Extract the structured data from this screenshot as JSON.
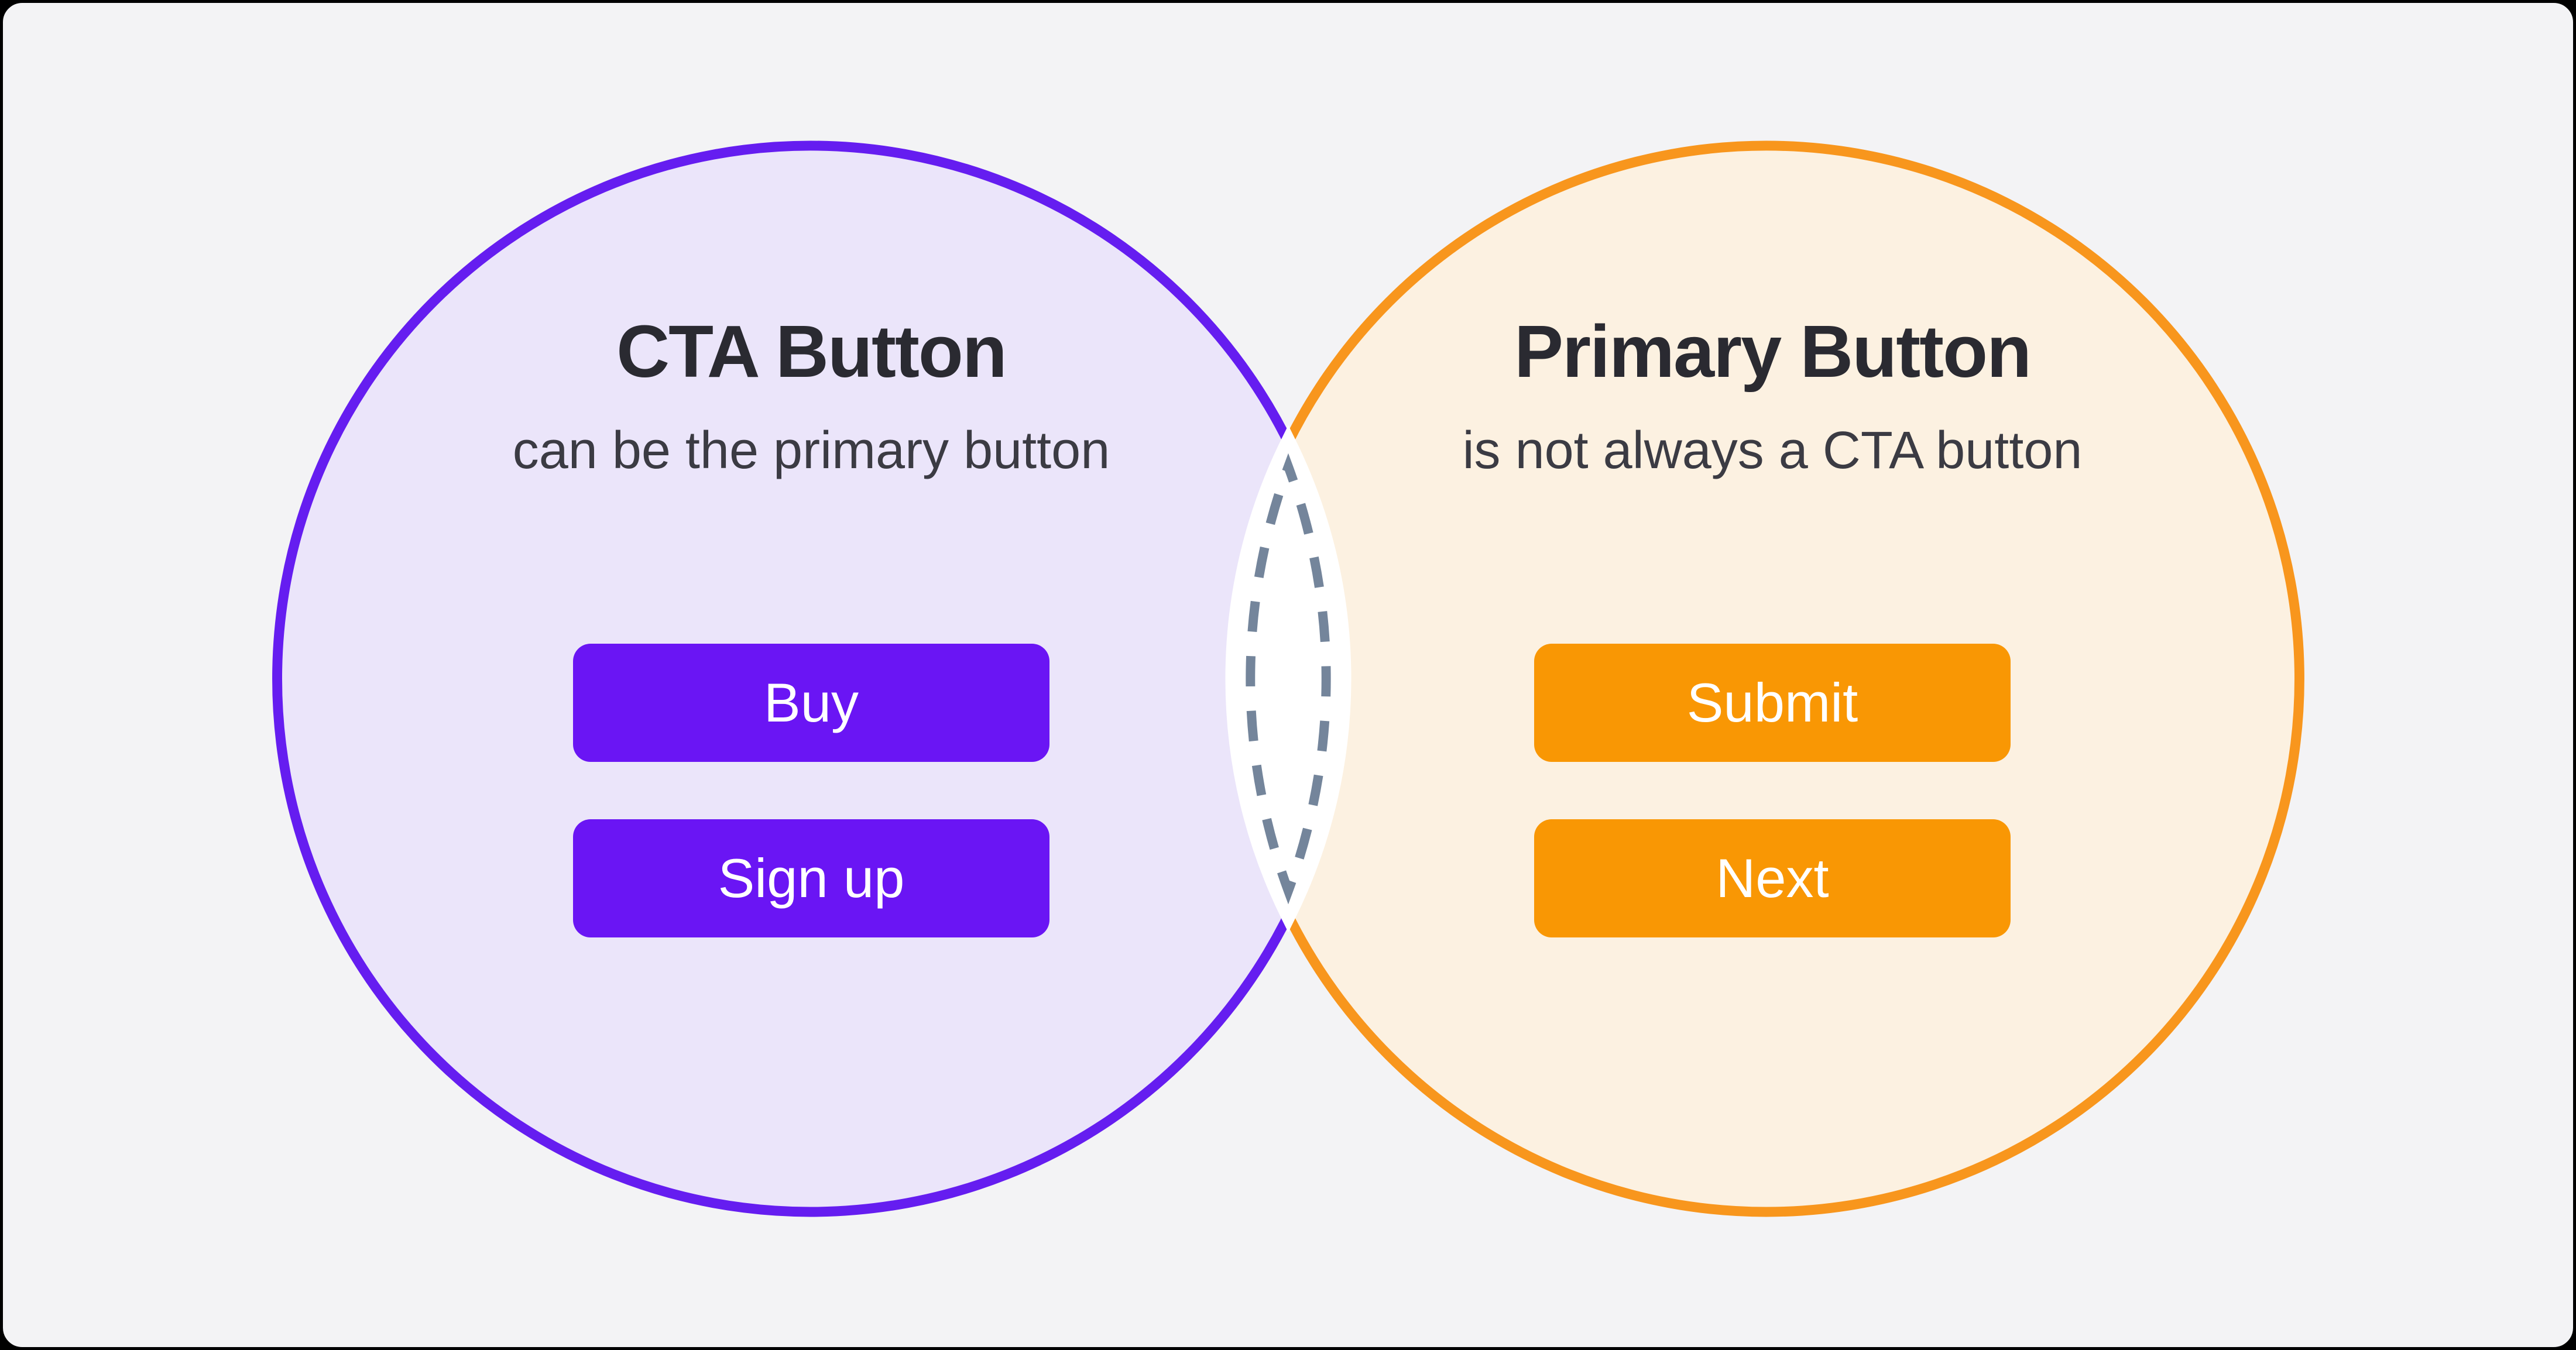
{
  "diagram": {
    "background_color": "#f3f3f5",
    "frame_color": "#000000",
    "left_circle": {
      "title": "CTA Button",
      "subtitle": "can be the primary button",
      "fill_color": "#ebe5fa",
      "border_color": "#651df0",
      "button_color": "#6a15f4",
      "buttons": [
        {
          "label": "Buy"
        },
        {
          "label": "Sign up"
        }
      ]
    },
    "right_circle": {
      "title": "Primary Button",
      "subtitle": "is not always a CTA button",
      "fill_color": "#fcf1e1",
      "border_color": "#f8961d",
      "button_color": "#f99704",
      "buttons": [
        {
          "label": "Submit"
        },
        {
          "label": "Next"
        }
      ]
    },
    "overlap": {
      "fill_color": "#ffffff",
      "dash_color": "#74859b"
    },
    "text": {
      "title_color": "#2a2a31",
      "subtitle_color": "#3b3b43",
      "button_label_color": "#ffffff"
    }
  }
}
